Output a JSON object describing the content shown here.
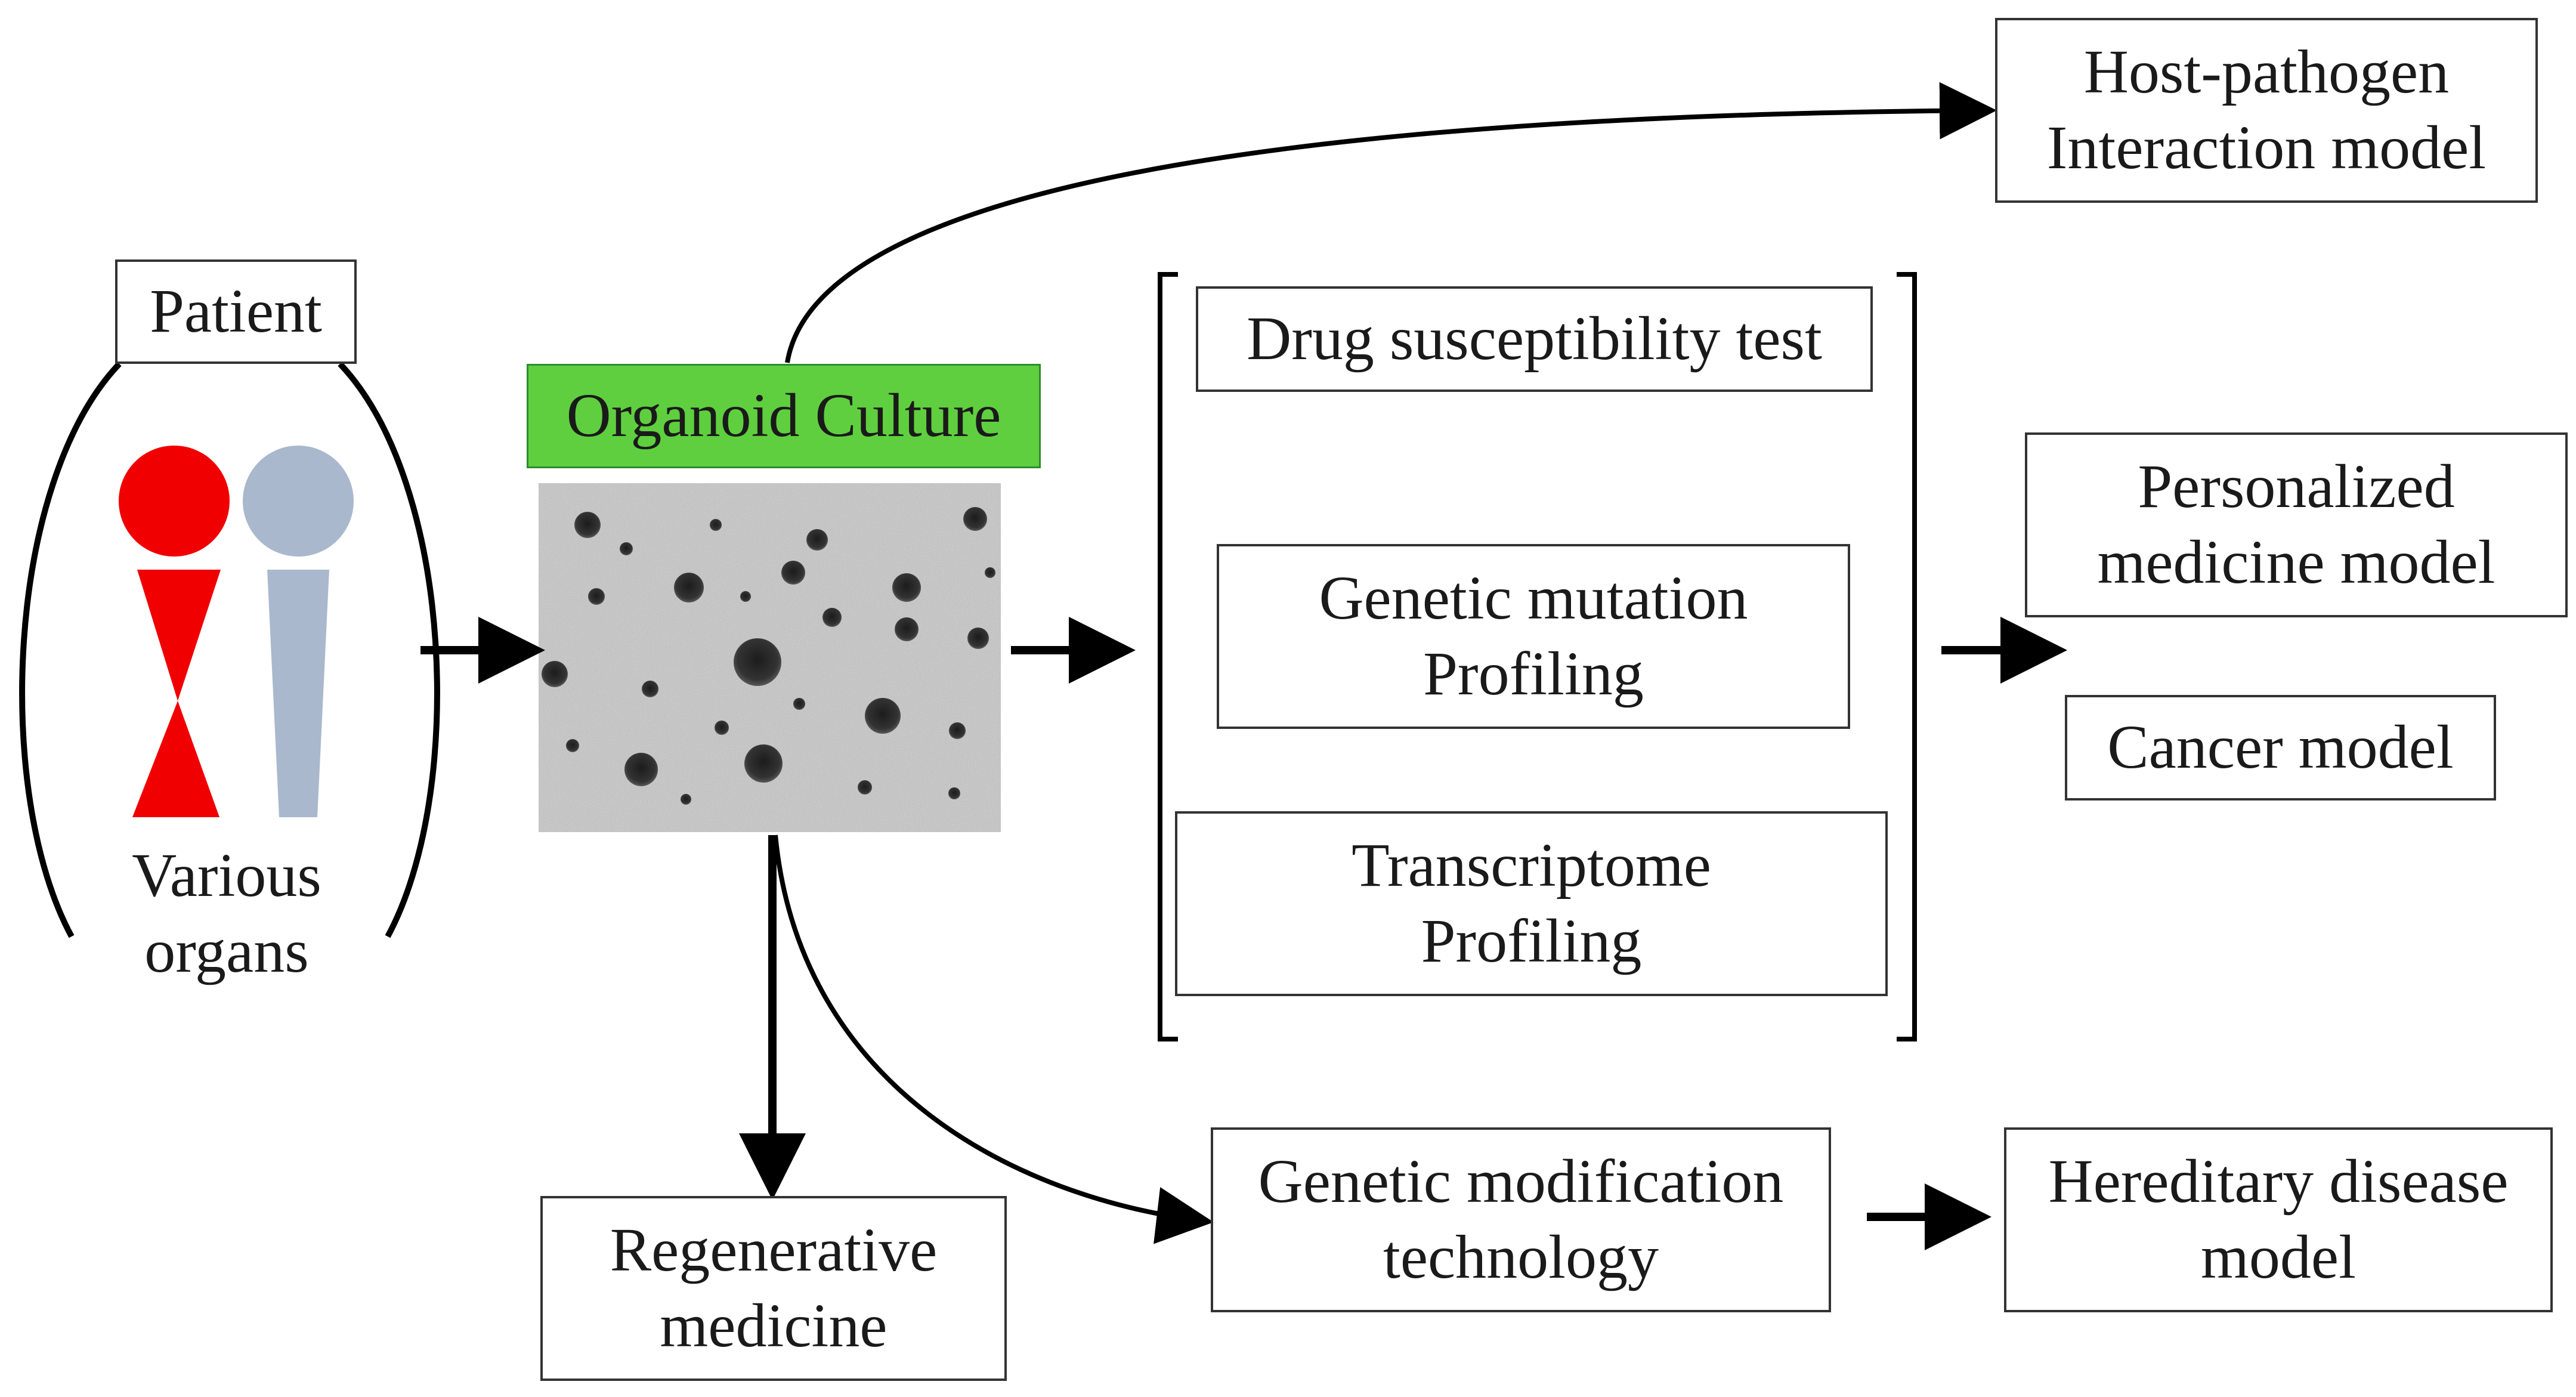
{
  "patient_label": "Patient",
  "organs_label": "Various\norgans",
  "organoid_label": "Organoid Culture",
  "host_pathogen_label": "Host-pathogen\nInteraction model",
  "drug_test_label": "Drug susceptibility test",
  "genetic_mutation_label": "Genetic mutation\nProfiling",
  "transcriptome_label": "Transcriptome\nProfiling",
  "personalized_label": "Personalized\nmedicine model",
  "cancer_label": "Cancer model",
  "regenerative_label": "Regenerative\nmedicine",
  "genetic_mod_label": "Genetic modification\ntechnology",
  "hereditary_label": "Hereditary disease\nmodel",
  "colors": {
    "organoid_bg": "#5fcf3f",
    "figure_red": "#f00000",
    "figure_gray": "#a9b8cc",
    "line": "#000000"
  }
}
